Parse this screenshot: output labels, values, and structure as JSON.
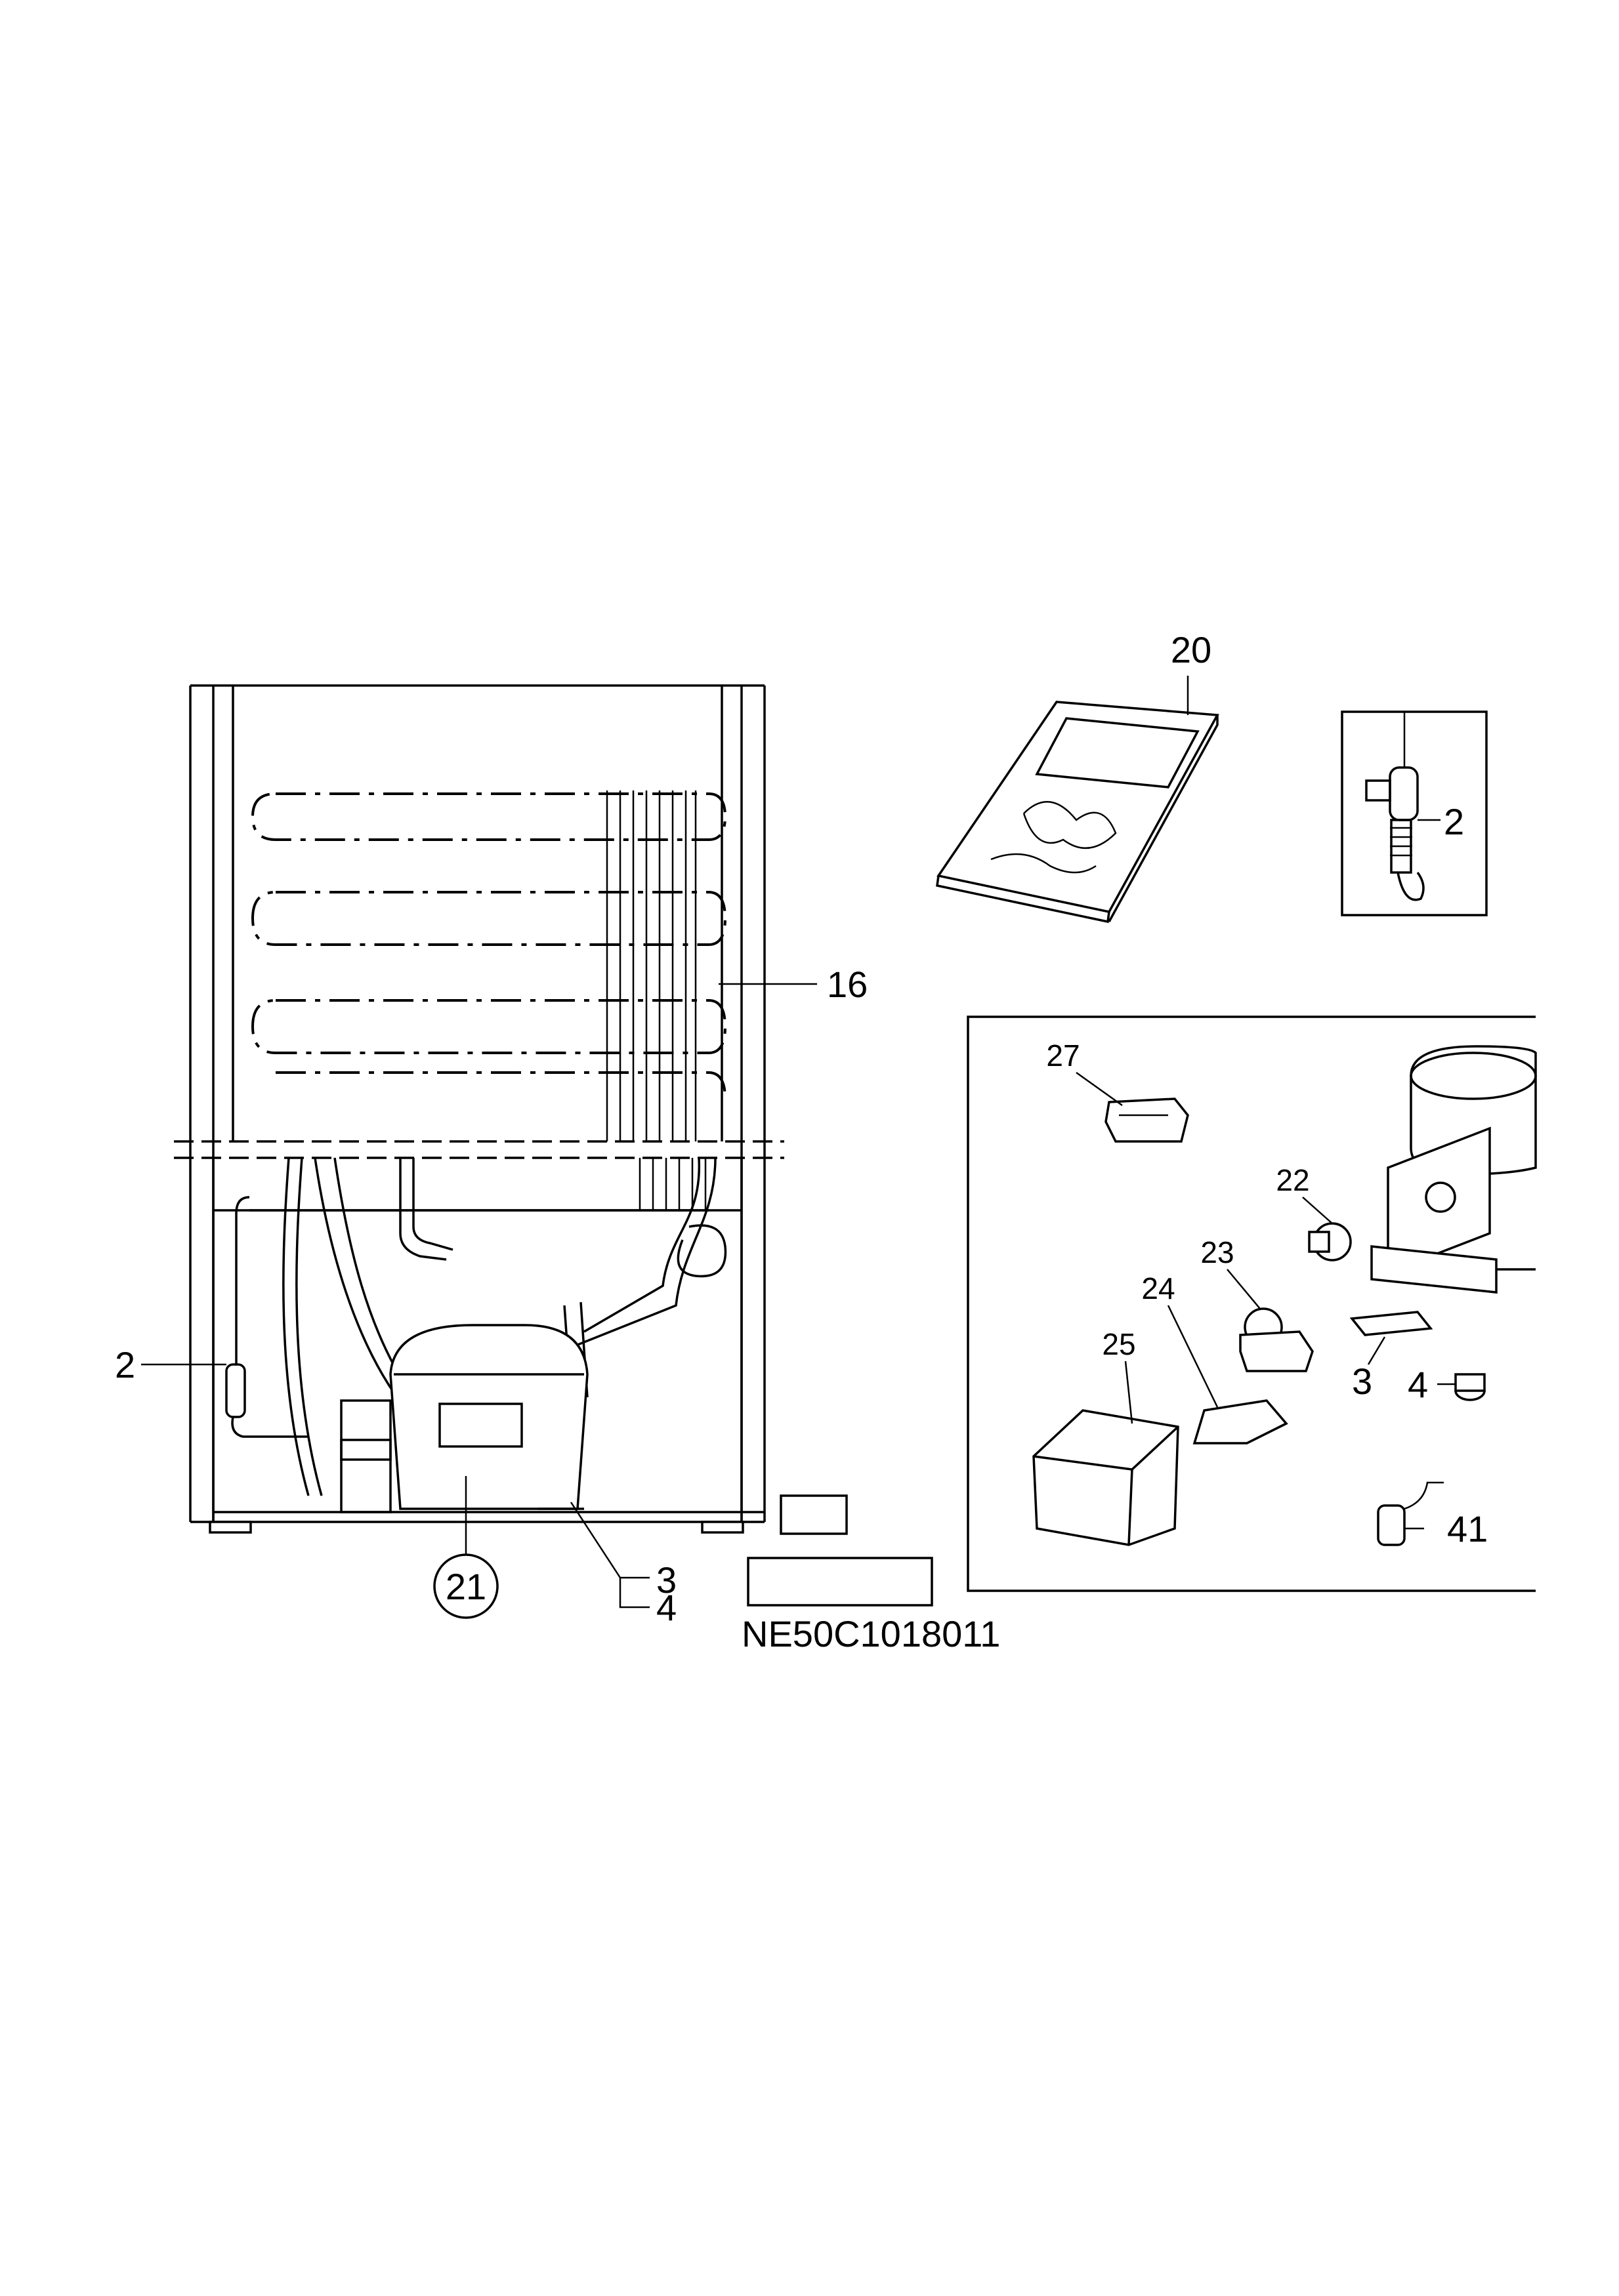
{
  "diagram_code": "NE50C1018011",
  "callouts": {
    "p2_main": "2",
    "p2_inset": "2",
    "p3_main": "3",
    "p3_detail": "3",
    "p4_main": "4",
    "p4_detail": "4",
    "p16": "16",
    "p20": "20",
    "p21": "21",
    "p22": "22",
    "p23": "23",
    "p24": "24",
    "p25": "25",
    "p27": "27",
    "p41": "41"
  }
}
